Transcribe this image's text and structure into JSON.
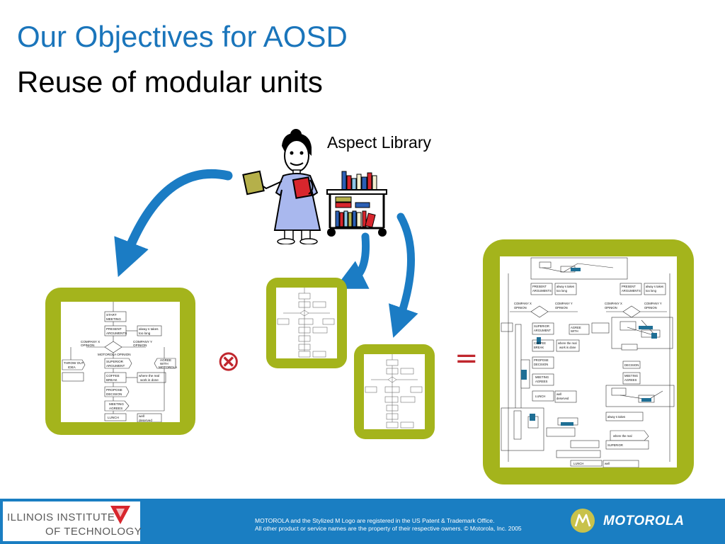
{
  "slide": {
    "title": "Our Objectives for AOSD",
    "subtitle": "Reuse of modular units",
    "aspect_library_label": "Aspect Library",
    "operator_combine": "⊗",
    "operator_equals": "="
  },
  "flowchart": {
    "start": "START",
    "meeting": "MEETING",
    "present": "PRESENT",
    "arguments": "ARGUMENTS",
    "always_takes": "alway s takes",
    "too_long": "too long",
    "company_x": "COMPANY X",
    "company_y": "COMPANY Y",
    "opinion": "OPINION",
    "motorola_opinion": "MOTOROLA OPINION",
    "throw_out": "THROW OUT",
    "idea": "IDEA",
    "superior": "SUPERIOR",
    "argument": "ARGUMENT",
    "agree": "AGREE",
    "with": "WITH",
    "motorola": "MOTOROLA",
    "coffee": "COFFEE",
    "break": "BREAK",
    "real_work_1": "where the real",
    "real_work_2": "work is done",
    "propose": "PROPOSE",
    "decision": "DECISION",
    "meeting_agrees_1": "MEETING",
    "meeting_agrees_2": "AGREES",
    "lunch": "LUNCH",
    "well": "well",
    "deserved": "deserved"
  },
  "footer": {
    "iit_line1": "ILLINOIS INSTITUTE",
    "iit_line2": "OF TECHNOLOGY",
    "legal_line1": "MOTOROLA and the Stylized M Logo are registered in the US Patent & Trademark Office.",
    "legal_line2": "All other product or service names are the property of their respective owners. © Motorola, Inc. 2005",
    "brand": "MOTOROLA"
  },
  "colors": {
    "title_blue": "#1a75bb",
    "frame_green": "#a4b41c",
    "arrow_blue": "#1b7cc4",
    "operator_red": "#c0262d",
    "footer_blue": "#1a7ec2"
  }
}
